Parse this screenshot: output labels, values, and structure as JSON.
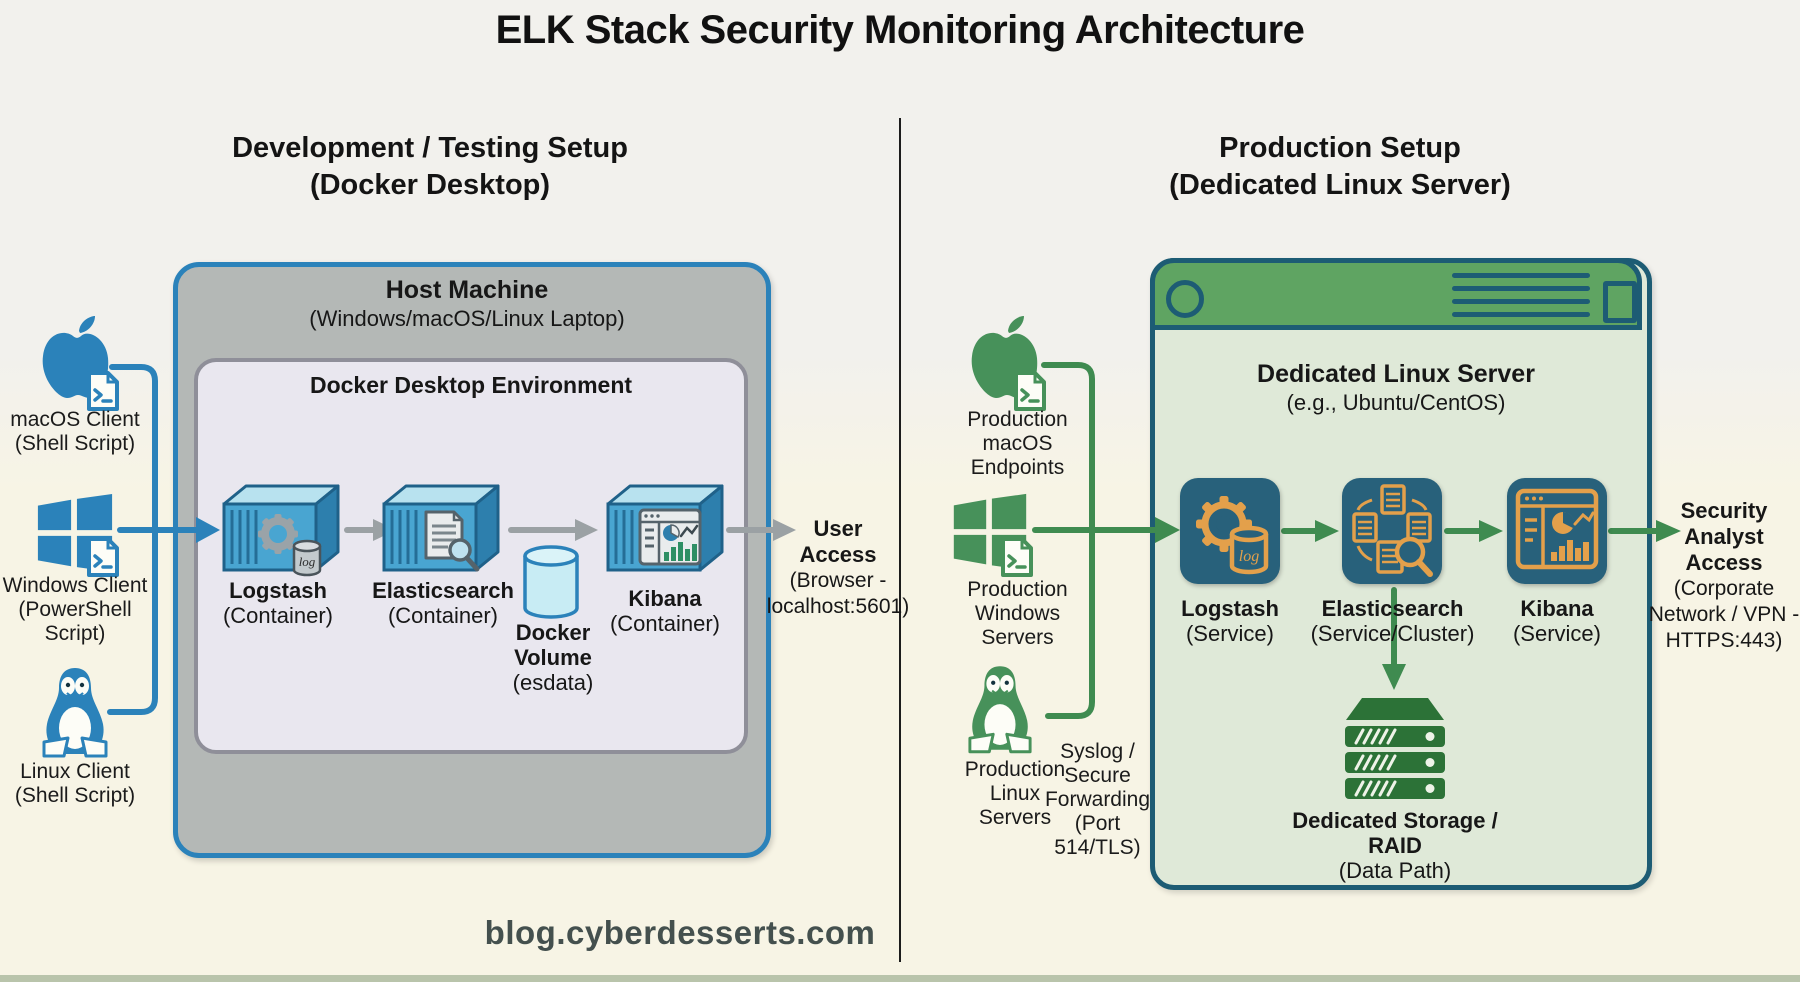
{
  "title": "ELK Stack Security Monitoring Architecture",
  "footer": "blog.cyberdesserts.com",
  "colors": {
    "dev_accent": "#2b82ba",
    "prod_accent": "#3f8b50",
    "service_tile": "#28617b",
    "service_icon": "#e3a04b",
    "arrow_gray": "#9ba1a4"
  },
  "dev": {
    "header1": "Development / Testing Setup",
    "header2": "(Docker Desktop)",
    "host_title": "Host Machine",
    "host_subtitle": "(Windows/macOS/Linux Laptop)",
    "docker_env_title": "Docker Desktop Environment",
    "clients": [
      {
        "name": "macOS Client",
        "detail": "(Shell Script)"
      },
      {
        "name": "Windows Client",
        "detail": "(PowerShell Script)"
      },
      {
        "name": "Linux Client",
        "detail": "(Shell Script)"
      }
    ],
    "logstash": {
      "name": "Logstash",
      "detail": "(Container)",
      "icon_label": "log"
    },
    "elasticsearch": {
      "name": "Elasticsearch",
      "detail": "(Container)"
    },
    "kibana": {
      "name": "Kibana",
      "detail": "(Container)"
    },
    "volume_name": "Docker Volume",
    "volume_detail": "(esdata)",
    "user_access_bold": "User Access",
    "user_access_detail": "(Browser - localhost:5601)"
  },
  "prod": {
    "header1": "Production Setup",
    "header2": "(Dedicated Linux Server)",
    "server_title": "Dedicated Linux Server",
    "server_subtitle": "(e.g., Ubuntu/CentOS)",
    "clients": [
      {
        "name": "Production macOS Endpoints"
      },
      {
        "name": "Production Windows Servers"
      },
      {
        "name": "Production Linux Servers"
      }
    ],
    "syslog_note": "Syslog / Secure Forwarding (Port 514/TLS)",
    "logstash": {
      "name": "Logstash",
      "detail": "(Service)",
      "icon_label": "log"
    },
    "elasticsearch": {
      "name": "Elasticsearch",
      "detail": "(Service/Cluster)"
    },
    "kibana": {
      "name": "Kibana",
      "detail": "(Service)"
    },
    "storage_name": "Dedicated Storage / RAID",
    "storage_detail": "(Data Path)",
    "analyst_bold": "Security Analyst Access",
    "analyst_detail": "(Corporate Network / VPN - HTTPS:443)"
  }
}
